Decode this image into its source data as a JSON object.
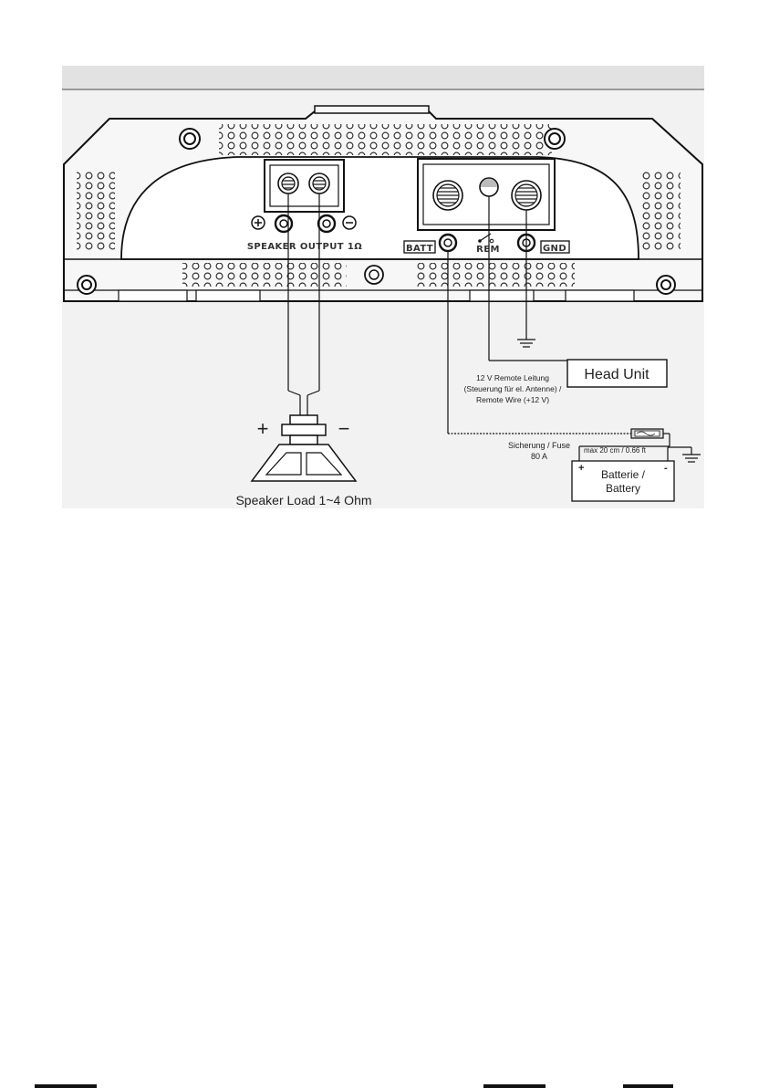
{
  "amplifier": {
    "speaker_output_label": "SPEAKER OUTPUT 1Ω",
    "batt_label": "BATT",
    "rem_label": "REM",
    "gnd_label": "GND"
  },
  "head_unit": {
    "label": "Head Unit"
  },
  "remote_wire": {
    "line1": "12 V Remote Leitung",
    "line2": "(Steuerung für el. Antenne) /",
    "line3": "Remote Wire (+12 V)"
  },
  "fuse": {
    "line1": "Sicherung / Fuse",
    "line2": "80 A"
  },
  "battery": {
    "line1": "Batterie /",
    "line2": "Battery",
    "plus": "+",
    "minus": "-",
    "distance": "max 20 cm / 0.66 ft"
  },
  "speaker": {
    "label": "Speaker Load 1~4 Ohm",
    "plus": "+",
    "minus": "−"
  }
}
